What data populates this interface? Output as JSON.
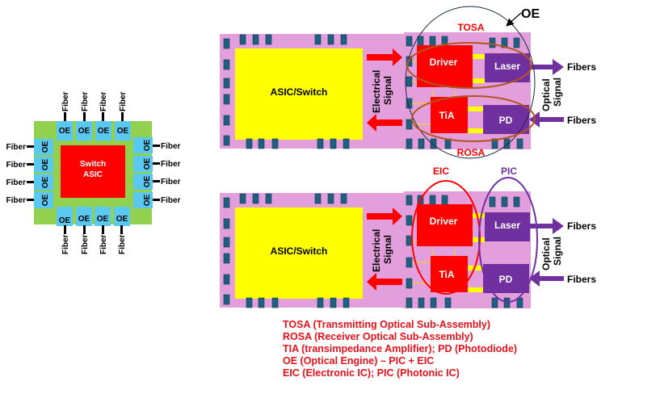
{
  "left_diagram": {
    "asic_label_line1": "Switch",
    "asic_label_line2": "ASIC",
    "oe_label": "OE",
    "fiber_label": "Fiber",
    "oe_count_per_side": 4,
    "colors": {
      "board": "#92d050",
      "oe": "#5bc8f0",
      "asic": "#ff0000"
    }
  },
  "top_diagram": {
    "asic_label": "ASIC/Switch",
    "electrical_signal_line1": "Electrical",
    "electrical_signal_line2": "Signal",
    "driver_label": "Driver",
    "tia_label": "TiA",
    "laser_label": "Laser",
    "pd_label": "PD",
    "optical_signal_line1": "Optical",
    "optical_signal_line2": "Signal",
    "fibers_out_label": "Fibers",
    "fibers_in_label": "Fibers",
    "tosa_label": "TOSA",
    "rosa_label": "ROSA",
    "oe_callout": "OE"
  },
  "bottom_diagram": {
    "asic_label": "ASIC/Switch",
    "electrical_signal_line1": "Electrical",
    "electrical_signal_line2": "Signal",
    "driver_label": "Driver",
    "tia_label": "TiA",
    "laser_label": "Laser",
    "pd_label": "PD",
    "optical_signal_line1": "Optical",
    "optical_signal_line2": "Signal",
    "fibers_out_label": "Fibers",
    "fibers_in_label": "Fibers",
    "eic_label": "EIC",
    "pic_label": "PIC"
  },
  "legend": [
    "TOSA (Transmitting Optical Sub-Assembly)",
    "ROSA (Receiver Optical Sub-Assembly)",
    "TIA (transimpedance Amplifier); PD (Photodiode)",
    "OE (Optical Engine) – PIC + EIC",
    "EIC (Electronic IC); PIC (Photonic IC)"
  ],
  "colors": {
    "substrate": "#e39fdc",
    "asic_yellow": "#ffff00",
    "pin": "#1f5f80",
    "red_block": "#ff0000",
    "purple_block": "#7030a0",
    "tosa_rosa_ellipse": "#b5541c",
    "eic_ellipse": "#ff0000",
    "pic_ellipse": "#7030a0",
    "legend_text": "#e8101a"
  }
}
